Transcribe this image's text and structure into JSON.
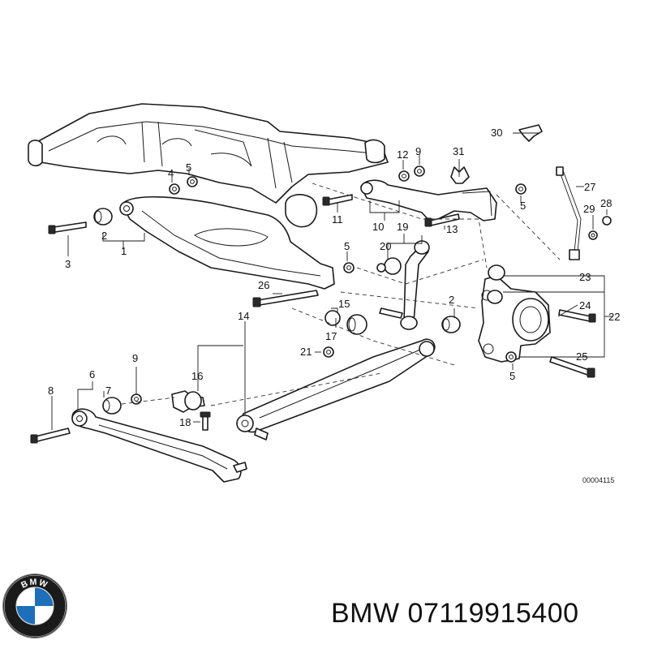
{
  "diagram": {
    "callouts": {
      "c1": "1",
      "c2": "2",
      "c2b": "2",
      "c3": "3",
      "c4": "4",
      "c5a": "5",
      "c5b": "5",
      "c5c": "5",
      "c5d": "5",
      "c6": "6",
      "c7": "7",
      "c8": "8",
      "c9a": "9",
      "c9b": "9",
      "c10": "10",
      "c11": "11",
      "c12": "12",
      "c13": "13",
      "c14": "14",
      "c15": "15",
      "c16": "16",
      "c17": "17",
      "c18": "18",
      "c19": "19",
      "c20": "20",
      "c21": "21",
      "c22": "22",
      "c23": "23",
      "c24": "24",
      "c25": "25",
      "c26": "26",
      "c27": "27",
      "c28": "28",
      "c29": "29",
      "c30": "30",
      "c31": "31"
    },
    "doc_id": "00004115"
  },
  "caption": "BMW 07119915400",
  "logo": {
    "text": "BMW",
    "colors": {
      "blue": "#1c6fb8",
      "white": "#ffffff",
      "ring": "#1a1a1a"
    }
  }
}
